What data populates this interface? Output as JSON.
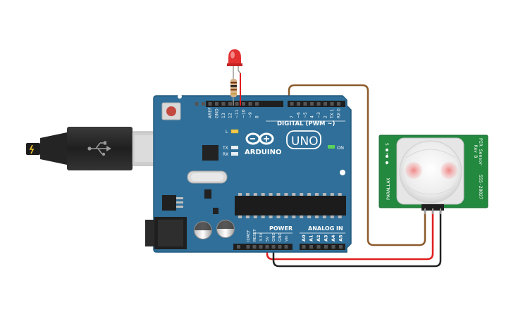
{
  "board": {
    "name": "ARDUINO",
    "model": "UNO",
    "digital_header": "DIGITAL (PWM ~)",
    "power_header": "POWER",
    "analog_header": "ANALOG IN",
    "on_label": "ON",
    "tx_label": "TX",
    "rx_label": "RX",
    "l_label": "L",
    "top_pins": [
      "AREF",
      "GND",
      "13",
      "12",
      "~11",
      "~10",
      "~9",
      "8",
      "7",
      "~6",
      "~5",
      "4",
      "~3",
      "2",
      "TX 1",
      "RX 0"
    ],
    "power_pins": [
      "IOREF",
      "RESET",
      "3.3V",
      "5V",
      "GND",
      "GND",
      "Vin"
    ],
    "analog_pins": [
      "A0",
      "A1",
      "A2",
      "A3",
      "A4",
      "A5"
    ]
  },
  "sensor": {
    "brand": "PARALLAX",
    "title": "PIR Sensor",
    "rev": "Rev B",
    "part": "555-28027",
    "pin_marks": [
      "S",
      "+",
      "-"
    ]
  },
  "colors": {
    "board": "#2f6f99",
    "board_edge": "#24597c",
    "sensor_pcb": "#23893f",
    "wire_signal": "#8b5a2b",
    "wire_power": "#e01e1e",
    "wire_ground": "#222222",
    "led": "#e33030",
    "usb": "#2a2a2a"
  }
}
